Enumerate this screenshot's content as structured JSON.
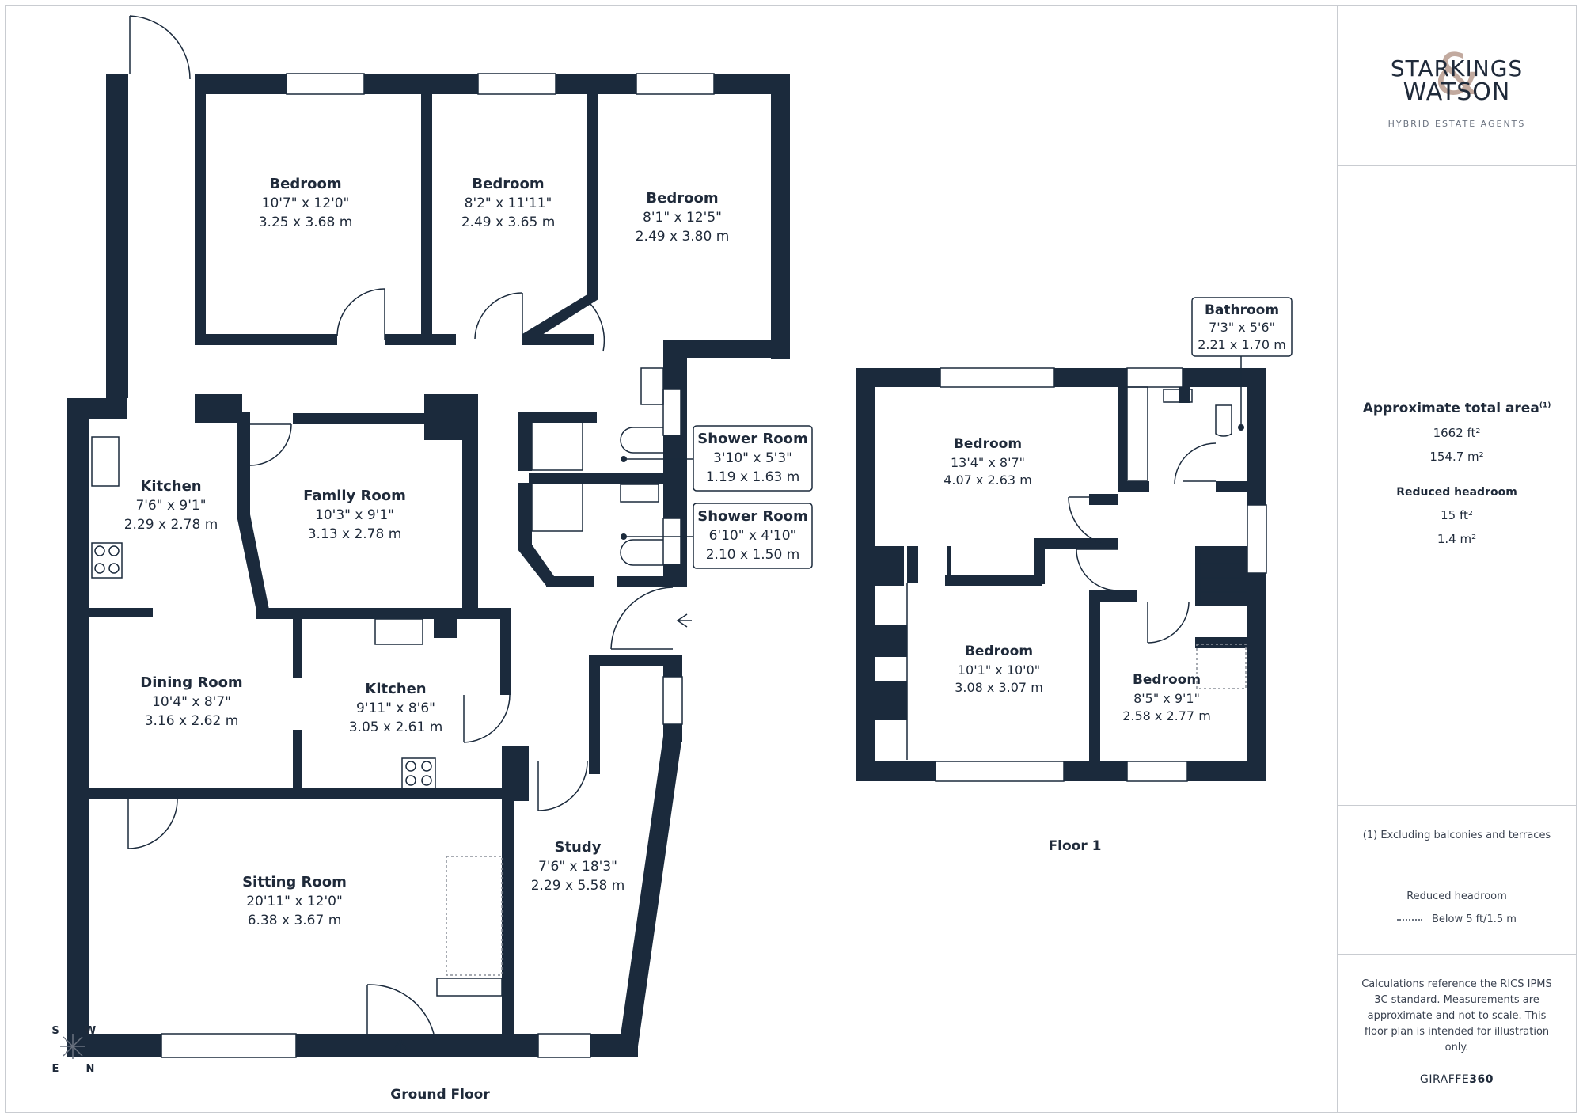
{
  "brand": {
    "name_line1": "STARKINGS",
    "name_line2": "WATSON",
    "symbol": "&",
    "tagline": "HYBRID ESTATE AGENTS",
    "accent_color": "#b89c8f"
  },
  "plan_colors": {
    "wall": "#1b2a3c",
    "background": "#ffffff",
    "dotted_area": "#8a8f99"
  },
  "ground_floor": {
    "label": "Ground Floor",
    "rooms": [
      {
        "name": "Bedroom",
        "imperial": "10'7\" x 12'0\"",
        "metric": "3.25 x 3.68 m"
      },
      {
        "name": "Bedroom",
        "imperial": "8'2\" x 11'11\"",
        "metric": "2.49 x 3.65 m"
      },
      {
        "name": "Bedroom",
        "imperial": "8'1\" x 12'5\"",
        "metric": "2.49 x 3.80 m"
      },
      {
        "name": "Kitchen",
        "imperial": "7'6\" x 9'1\"",
        "metric": "2.29 x 2.78 m"
      },
      {
        "name": "Family Room",
        "imperial": "10'3\" x 9'1\"",
        "metric": "3.13 x 2.78 m"
      },
      {
        "name": "Shower Room",
        "imperial": "3'10\" x 5'3\"",
        "metric": "1.19 x 1.63 m"
      },
      {
        "name": "Shower Room",
        "imperial": "6'10\" x 4'10\"",
        "metric": "2.10 x 1.50 m"
      },
      {
        "name": "Dining Room",
        "imperial": "10'4\" x 8'7\"",
        "metric": "3.16 x 2.62 m"
      },
      {
        "name": "Kitchen",
        "imperial": "9'11\" x 8'6\"",
        "metric": "3.05 x 2.61 m"
      },
      {
        "name": "Study",
        "imperial": "7'6\" x 18'3\"",
        "metric": "2.29 x 5.58 m"
      },
      {
        "name": "Sitting Room",
        "imperial": "20'11\" x 12'0\"",
        "metric": "6.38 x 3.67 m"
      }
    ],
    "compass": {
      "s": "S",
      "w": "W",
      "e": "E",
      "n": "N"
    }
  },
  "floor_1": {
    "label": "Floor 1",
    "rooms": [
      {
        "name": "Bathroom",
        "imperial": "7'3\" x 5'6\"",
        "metric": "2.21 x 1.70 m"
      },
      {
        "name": "Bedroom",
        "imperial": "13'4\" x 8'7\"",
        "metric": "4.07 x 2.63 m"
      },
      {
        "name": "Bedroom",
        "imperial": "10'1\" x 10'0\"",
        "metric": "3.08 x 3.07 m"
      },
      {
        "name": "Bedroom",
        "imperial": "8'5\" x 9'1\"",
        "metric": "2.58 x 2.77 m"
      }
    ]
  },
  "area": {
    "title": "Approximate total area",
    "title_sup": "(1)",
    "sqft": "1662 ft²",
    "sqm": "154.7 m²",
    "reduced_title": "Reduced headroom",
    "reduced_sqft": "15 ft²",
    "reduced_sqm": "1.4 m²"
  },
  "footnote": "(1) Excluding balconies and terraces",
  "legend": {
    "title": "Reduced headroom",
    "item": "Below 5 ft/1.5 m"
  },
  "disclaimer": "Calculations reference the RICS IPMS 3C standard. Measurements are approximate and not to scale. This floor plan is intended for illustration only.",
  "credit": {
    "prefix": "GIRAFFE",
    "suffix": "360"
  }
}
